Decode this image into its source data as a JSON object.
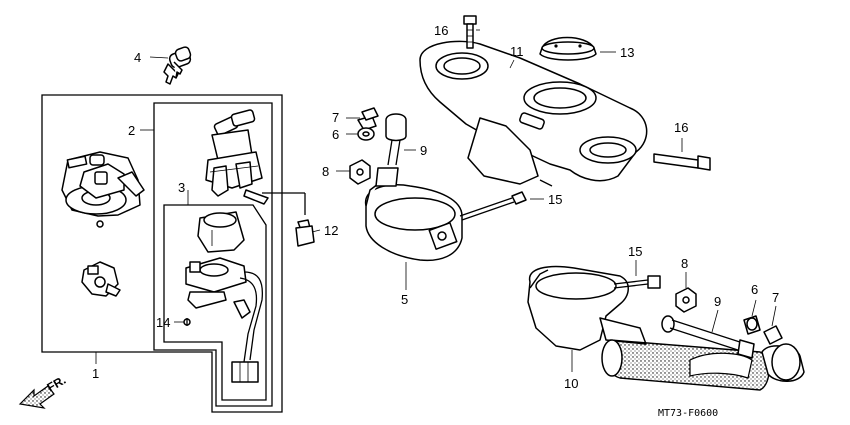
{
  "callouts": {
    "c1": "1",
    "c2": "2",
    "c3": "3",
    "c4": "4",
    "c5": "5",
    "c6a": "6",
    "c6b": "6",
    "c7a": "7",
    "c7b": "7",
    "c8a": "8",
    "c8b": "8",
    "c9a": "9",
    "c9b": "9",
    "c10": "10",
    "c11": "11",
    "c12": "12",
    "c13": "13",
    "c14": "14",
    "c15a": "15",
    "c15b": "15",
    "c16a": "16",
    "c16b": "16"
  },
  "front_indicator": "FR.",
  "diagram_code": "MT73-F0600"
}
